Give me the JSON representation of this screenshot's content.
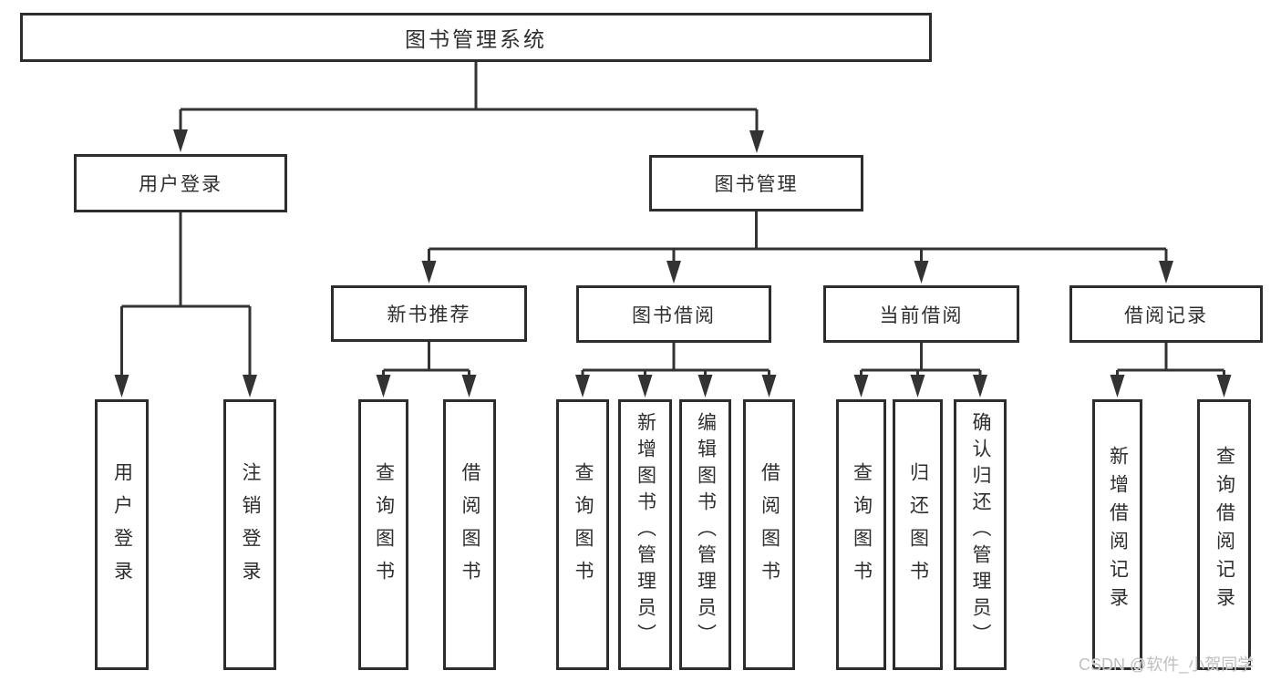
{
  "watermark": "CSDN @软件_小贺同学",
  "colors": {
    "line": "#333333",
    "box_border": "#2d2d2d",
    "text": "#2e2e2e",
    "watermark": "#bfbfbf",
    "background": "#ffffff"
  },
  "tree": {
    "label": "图书管理系统",
    "children": [
      {
        "label": "用户登录",
        "children": [
          {
            "label": "用户登录"
          },
          {
            "label": "注销登录"
          }
        ]
      },
      {
        "label": "图书管理",
        "children": [
          {
            "label": "新书推荐",
            "children": [
              {
                "label": "查询图书"
              },
              {
                "label": "借阅图书"
              }
            ]
          },
          {
            "label": "图书借阅",
            "children": [
              {
                "label": "查询图书"
              },
              {
                "label": "新增图书（管理员）"
              },
              {
                "label": "编辑图书（管理员）"
              },
              {
                "label": "借阅图书"
              }
            ]
          },
          {
            "label": "当前借阅",
            "children": [
              {
                "label": "查询图书"
              },
              {
                "label": "归还图书"
              },
              {
                "label": "确认归还（管理员）"
              }
            ]
          },
          {
            "label": "借阅记录",
            "children": [
              {
                "label": "新增借阅记录"
              },
              {
                "label": "查询借阅记录"
              }
            ]
          }
        ]
      }
    ]
  }
}
